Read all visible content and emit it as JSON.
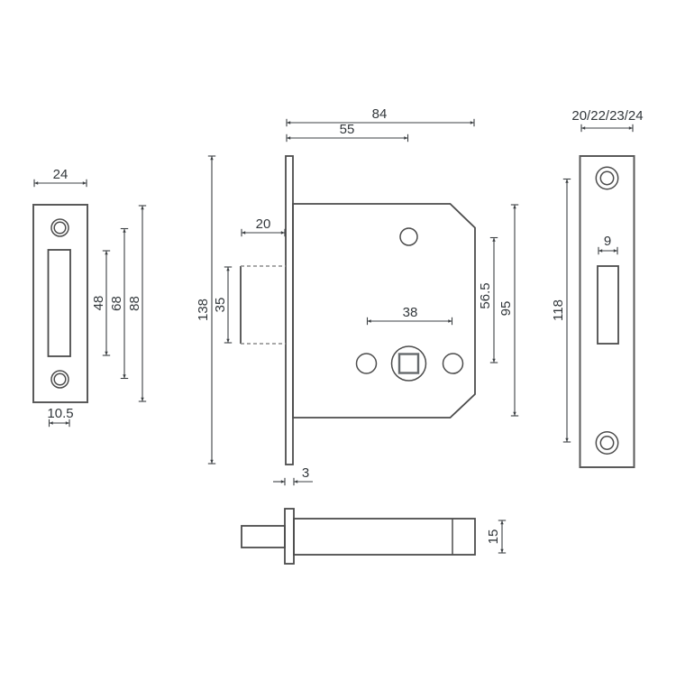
{
  "drawing": {
    "kind": "mortise latch lock technical drawing",
    "strike_plate": {
      "dim_width": "24",
      "dim_cutout_width": "10.5",
      "dim_cutout_height": "48",
      "dim_hole_centers": "68",
      "dim_plate_height": "88"
    },
    "lock_case": {
      "dim_case_depth": "84",
      "dim_backset": "55",
      "dim_bolt_projection": "20",
      "dim_bolt_height": "35",
      "dim_hole_spacing": "38",
      "dim_top_hole_offset": "56.5",
      "dim_case_height": "95",
      "dim_faceplate_height": "138",
      "dim_faceplate_thickness": "3"
    },
    "forend_plate": {
      "dim_width_options": "20/22/23/24",
      "dim_cutout_width": "9",
      "dim_hole_centers": "118"
    },
    "side_view": {
      "dim_case_thickness": "15"
    },
    "style": {
      "line_color": "#4c4c4c",
      "dim_color": "#3d4144",
      "text_color": "#32373b",
      "background": "#ffffff"
    }
  }
}
